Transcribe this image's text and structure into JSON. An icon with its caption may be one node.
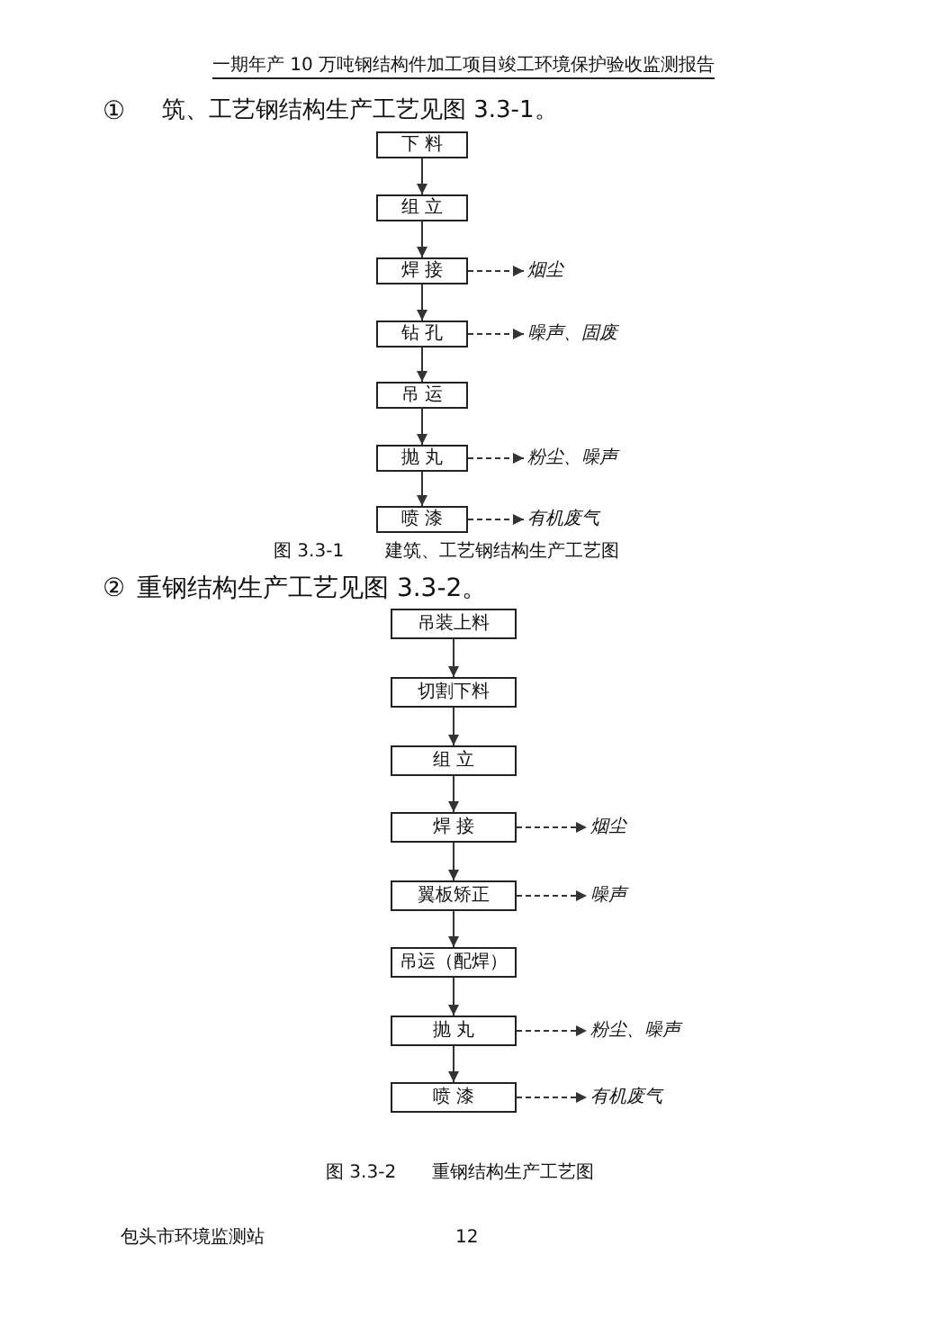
{
  "diagram": {
    "nodes": [
      {
        "text": [
          "下 料"
        ]
      },
      {
        "text": [
          "组 立"
        ]
      },
      {
        "text": [
          "焊 接"
        ]
      },
      {
        "text": [
          "烟尘"
        ]
      },
      {
        "text": [
          "钻 孔"
        ]
      },
      {
        "text": [
          "噪声、固废"
        ]
      },
      {
        "text": [
          "吊 运"
        ]
      },
      {
        "text": [
          "抛 丸"
        ]
      },
      {
        "text": [
          "粉尘、噪声"
        ]
      },
      {
        "text": [
          "喷 漆"
        ]
      },
      {
        "text": [
          "有机废气"
        ]
      },
      {
        "text": [
          "吊装上料"
        ]
      },
      {
        "text": [
          "切割下料"
        ]
      },
      {
        "text": [
          "组 立"
        ]
      },
      {
        "text": [
          "焊 接"
        ]
      },
      {
        "text": [
          "烟尘"
        ]
      },
      {
        "text": [
          "翼板矫正"
        ]
      },
      {
        "text": [
          "噪声"
        ]
      },
      {
        "text": [
          "吊运（配焊）"
        ]
      },
      {
        "text": [
          "抛 丸"
        ]
      },
      {
        "text": [
          "粉尘、噪声"
        ]
      },
      {
        "text": [
          "喷 漆"
        ]
      },
      {
        "text": [
          "有机废气"
        ]
      }
    ],
    "edges": [
      {
        "from": 0,
        "to": 1,
        "arrow": "to"
      },
      {
        "from": 1,
        "to": 2,
        "arrow": "to"
      },
      {
        "from": 2,
        "to": 3,
        "arrow": "to",
        "style": "dashed"
      },
      {
        "from": 2,
        "to": 4,
        "arrow": "to"
      },
      {
        "from": 4,
        "to": 5,
        "arrow": "to",
        "style": "dashed"
      },
      {
        "from": 4,
        "to": 6,
        "arrow": "to"
      },
      {
        "from": 6,
        "to": 7,
        "arrow": "to"
      },
      {
        "from": 7,
        "to": 8,
        "arrow": "to",
        "style": "dashed"
      },
      {
        "from": 7,
        "to": 9,
        "arrow": "to"
      },
      {
        "from": 9,
        "to": 10,
        "arrow": "to",
        "style": "dashed"
      },
      {
        "from": 11,
        "to": 12,
        "arrow": "to"
      },
      {
        "from": 12,
        "to": 13,
        "arrow": "to"
      },
      {
        "from": 13,
        "to": 14,
        "arrow": "to"
      },
      {
        "from": 14,
        "to": 15,
        "arrow": "to",
        "style": "dashed"
      },
      {
        "from": 14,
        "to": 16,
        "arrow": "to"
      },
      {
        "from": 16,
        "to": 17,
        "arrow": "to",
        "style": "dashed"
      },
      {
        "from": 16,
        "to": 18,
        "arrow": "to"
      },
      {
        "from": 18,
        "to": 19,
        "arrow": "to"
      },
      {
        "from": 19,
        "to": 20,
        "arrow": "to",
        "style": "dashed"
      },
      {
        "from": 19,
        "to": 21,
        "arrow": "to"
      },
      {
        "from": 21,
        "to": 22,
        "arrow": "to",
        "style": "dashed"
      }
    ],
    "labels": [
      "一期年产 10 万吨钢结构件加工项目竣工环境保护验收监测报告",
      "①",
      "筑、工艺钢结构生产工艺见图 3.3-1。",
      "图 3.3-1",
      "建筑、工艺钢结构生产工艺图",
      "②",
      "重钢结构生产工艺见图 3.3-2。",
      "图 3.3-2",
      "重钢结构生产工艺图",
      "包头市环境监测站",
      "12"
    ]
  }
}
